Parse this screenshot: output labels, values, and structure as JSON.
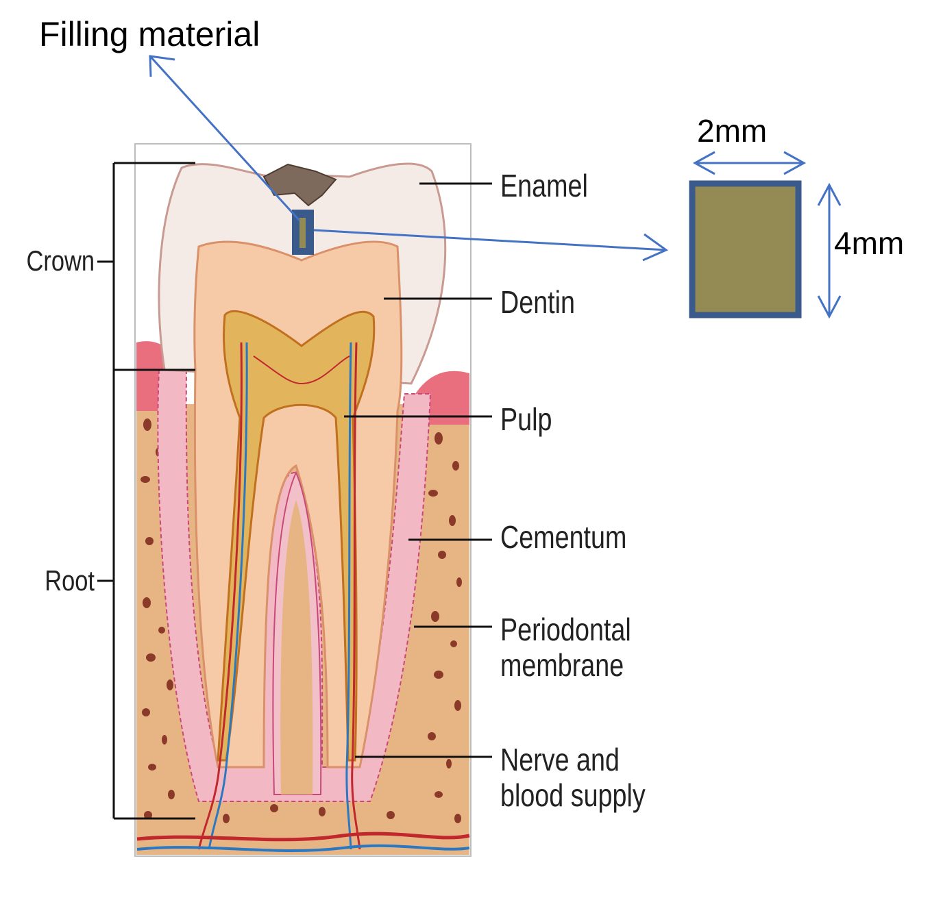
{
  "title": "Filling material",
  "labels": {
    "crown": "Crown",
    "root": "Root",
    "enamel": "Enamel",
    "dentin": "Dentin",
    "pulp": "Pulp",
    "cementum": "Cementum",
    "periodontal_line1": "Periodontal",
    "periodontal_line2": "membrane",
    "nerve_line1": "Nerve and",
    "nerve_line2": "blood supply"
  },
  "dimensions": {
    "width": "2mm",
    "height": "4mm"
  },
  "colors": {
    "accent_blue": "#4472c4",
    "filling_fill": "#948a54",
    "filling_border": "#3b5a8c",
    "enamel": "#f4ebe6",
    "dentin": "#f6c9a7",
    "pulp": "#e2b45c",
    "bone": "#e7b584",
    "gum": "#e96f7f"
  }
}
